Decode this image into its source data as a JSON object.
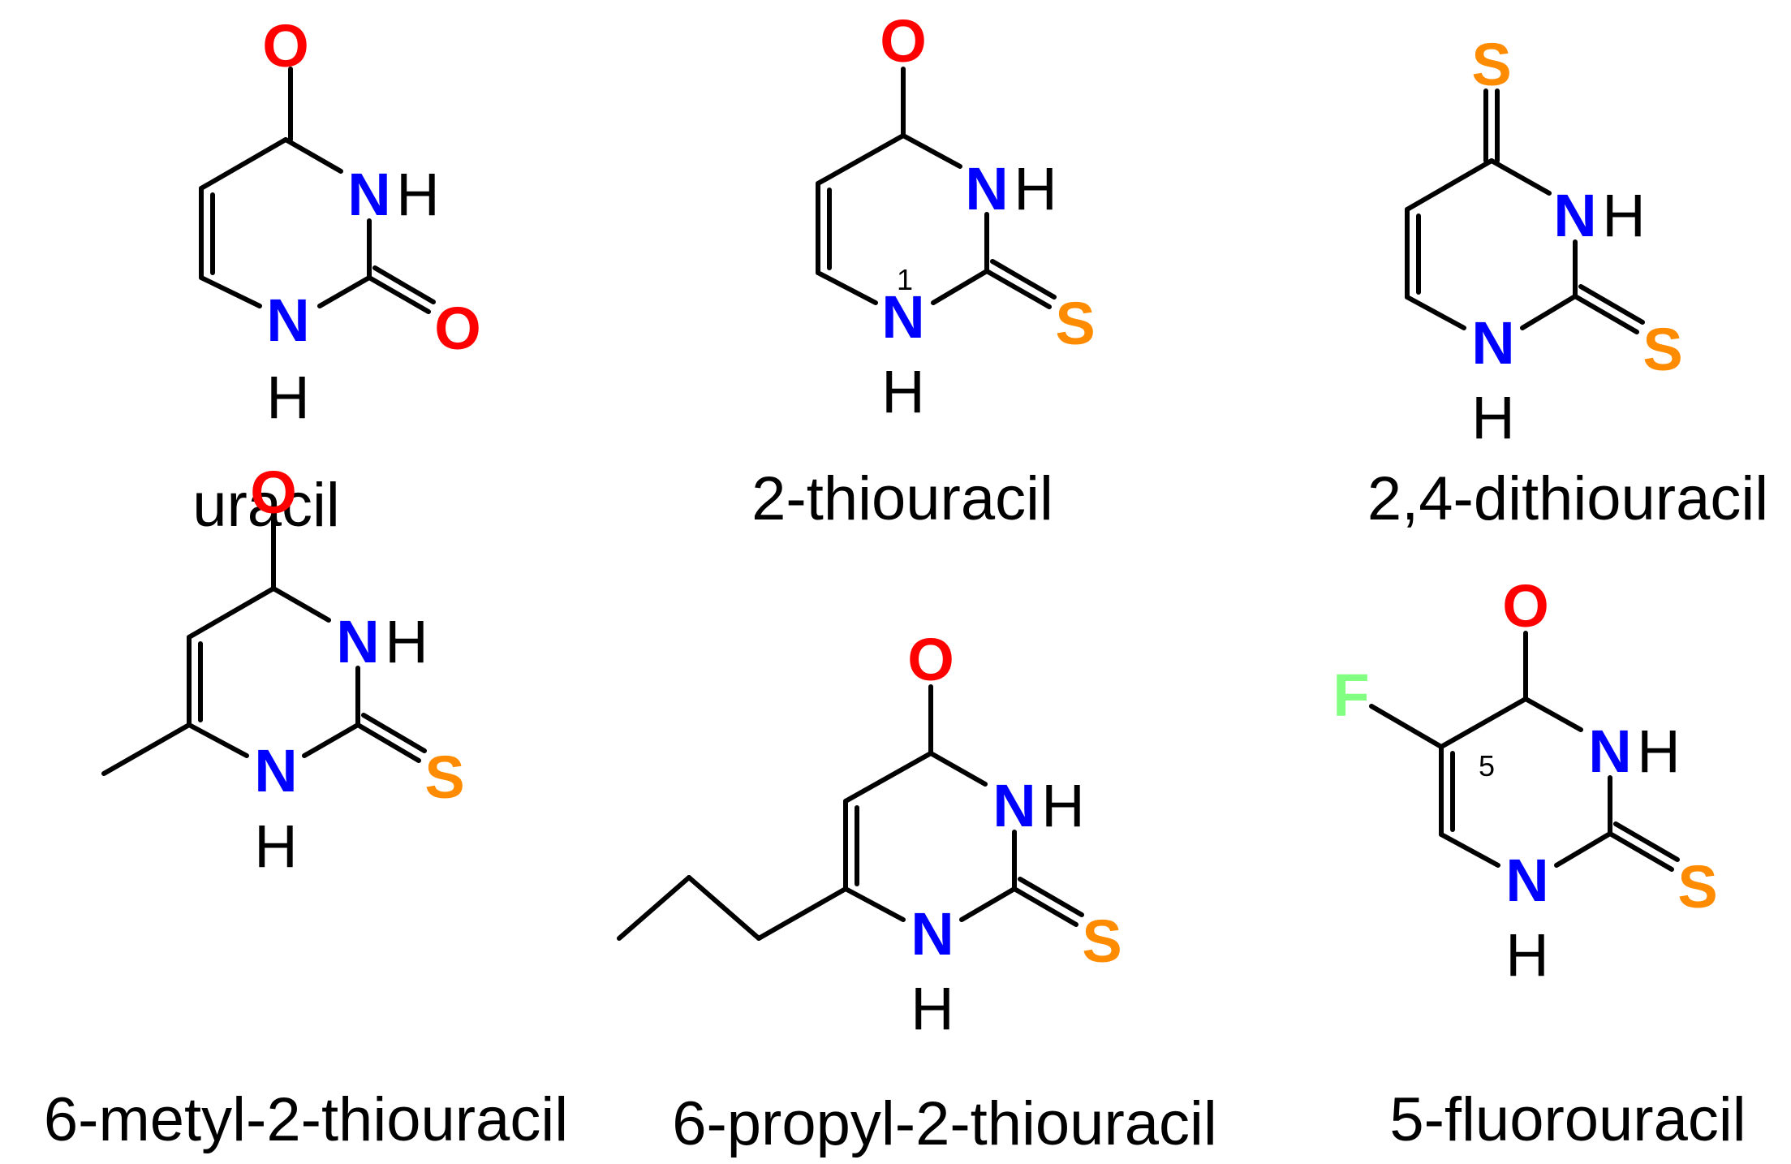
{
  "atom_colors": {
    "O": "#ff0000",
    "N": "#0000ff",
    "S": "#ff8c00",
    "F": "#80ff80",
    "H": "#000000"
  },
  "molecules": [
    {
      "name": "uracil",
      "atoms": {
        "o4": "O",
        "n3": "N",
        "h3": "H",
        "n1": "N",
        "h1": "H",
        "x2": "O"
      }
    },
    {
      "name": "2-thiouracil",
      "number_label": "1",
      "atoms": {
        "o4": "O",
        "n3": "N",
        "h3": "H",
        "n1": "N",
        "h1": "H",
        "x2": "S"
      }
    },
    {
      "name": "2,4-dithiouracil",
      "atoms": {
        "o4": "S",
        "n3": "N",
        "h3": "H",
        "n1": "N",
        "h1": "H",
        "x2": "S"
      }
    },
    {
      "name": "6-metyl-2-thiouracil",
      "atoms": {
        "o4": "O",
        "n3": "N",
        "h3": "H",
        "n1": "N",
        "h1": "H",
        "x2": "S"
      }
    },
    {
      "name": "6-propyl-2-thiouracil",
      "atoms": {
        "o4": "O",
        "n3": "N",
        "h3": "H",
        "n1": "N",
        "h1": "H",
        "x2": "S"
      }
    },
    {
      "name": "5-fluorouracil",
      "number_label": "5",
      "atoms": {
        "o4": "O",
        "n3": "N",
        "h3": "H",
        "n1": "N",
        "h1": "H",
        "x2": "S",
        "f5": "F"
      }
    }
  ]
}
